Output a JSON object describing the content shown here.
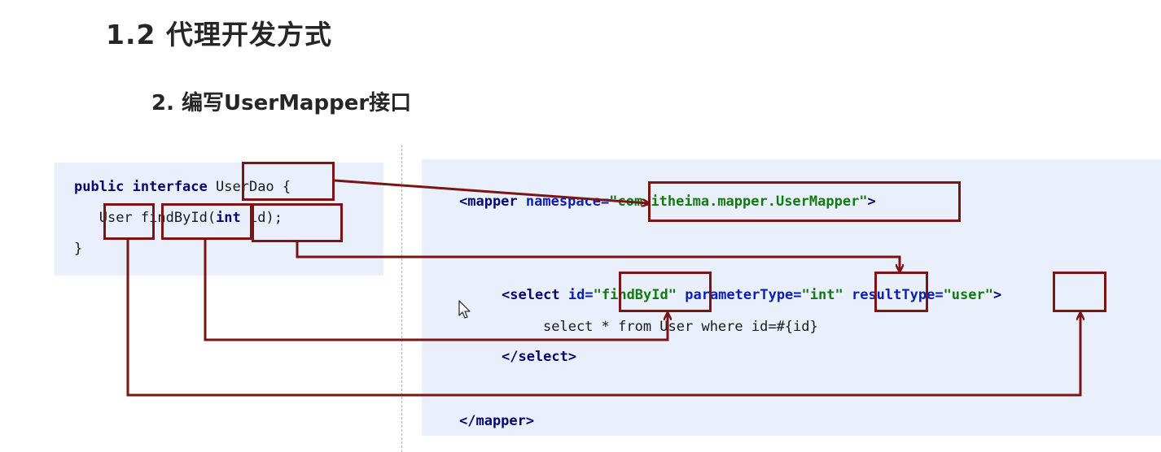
{
  "title": "1.2 代理开发方式",
  "subtitle": "2. 编写UserMapper接口",
  "interface_code": {
    "kw_public_interface": "public interface",
    "name": "UserDao",
    "brace_open": " {",
    "indent": "   ",
    "return_type": "User",
    "method_name": "findById",
    "paren_open": "(",
    "param_kw": "int",
    "param_rest": " id);",
    "brace_close": "}"
  },
  "mapper_code": {
    "mapper_open_tag": "<mapper",
    "namespace_attr": "namespace=",
    "namespace_value": "\"com.itheima.mapper.UserMapper\"",
    "mapper_open_end": ">",
    "select_open_tag": "<select",
    "id_attr": "id=",
    "id_value": "\"findById\"",
    "param_attr": "parameterType=",
    "param_value": "\"int\"",
    "result_attr": "resultType=",
    "result_value": "\"user\"",
    "select_open_end": ">",
    "sql": "select * from User where id=#{id}",
    "select_close": "</select>",
    "mapper_close": "</mapper>"
  },
  "colors": {
    "highlight_box": "#7b1414",
    "panel_bg": "#e9f0fb",
    "keyword": "#06066e",
    "string": "#117a11"
  }
}
